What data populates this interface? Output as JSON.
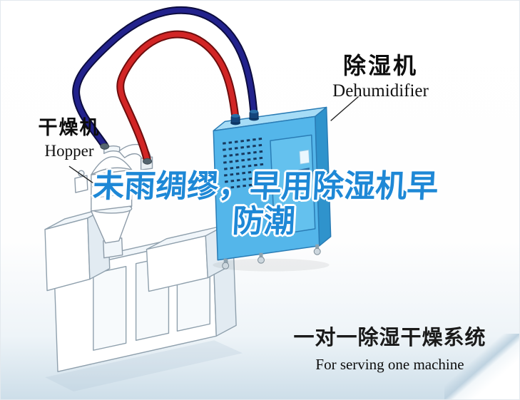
{
  "labels": {
    "dehumidifier_cn": "除湿机",
    "dehumidifier_en": "Dehumidifier",
    "hopper_cn": "干燥机",
    "hopper_en": "Hopper",
    "slogan_line1": "未雨绸缪，早用除湿机早",
    "slogan_line2": "防潮",
    "system_cn": "一对一除湿干燥系统",
    "system_en": "For serving one machine"
  },
  "colors": {
    "slogan_blue": "#1e88d6",
    "hose_red": "#d22525",
    "hose_navy": "#22228c",
    "dehumidifier_front": "#54b6ea",
    "dehumidifier_top": "#a6dcf6",
    "dehumidifier_side": "#2f93cc",
    "machine_outline": "#8fa0ad"
  },
  "illustration_parts": {
    "dehumidifier_unit": "dehumidifier-unit-illustration",
    "hopper_unit": "hopper-dryer-illustration",
    "extruder": "extruder-machine-illustration",
    "supply_hose": "red-supply-hose",
    "return_hose": "blue-return-hose"
  }
}
